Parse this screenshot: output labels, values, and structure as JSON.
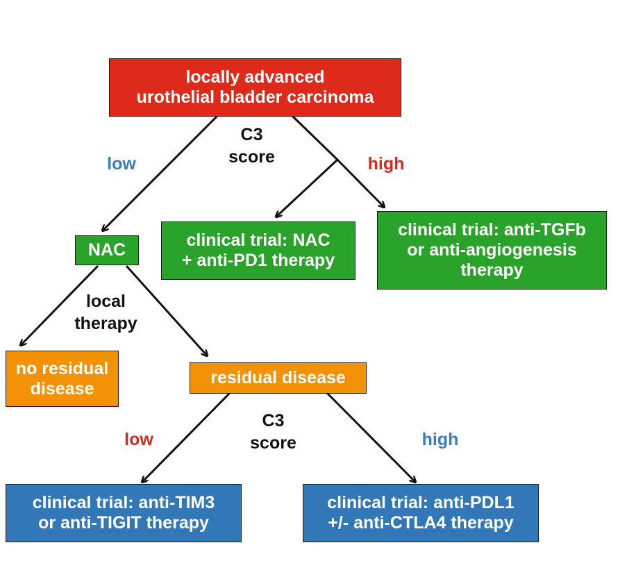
{
  "colors": {
    "red": "#dd2a1b",
    "green": "#2aa32a",
    "orange": "#f39207",
    "blue": "#3278b8",
    "label_blue": "#3a7cbd",
    "label_red": "#d9281c",
    "label_dark": "#111111"
  },
  "nodes": {
    "root": {
      "lines": [
        "locally advanced",
        "urothelial bladder carcinoma"
      ]
    },
    "nac": {
      "lines": [
        "NAC"
      ]
    },
    "trial_nac_pd1": {
      "lines": [
        "clinical trial: NAC",
        "+ anti-PD1 therapy"
      ]
    },
    "trial_tgfb": {
      "lines": [
        "clinical trial: anti-TGFb",
        "or anti-angiogenesis",
        "therapy"
      ]
    },
    "no_residual": {
      "lines": [
        "no residual",
        "disease"
      ]
    },
    "residual": {
      "lines": [
        "residual disease"
      ]
    },
    "trial_tim3": {
      "lines": [
        "clinical trial: anti-TIM3",
        "or anti-TIGIT therapy"
      ]
    },
    "trial_pdl1": {
      "lines": [
        "clinical trial: anti-PDL1",
        "+/- anti-CTLA4 therapy"
      ]
    }
  },
  "labels": {
    "c3_score_top": [
      "C3",
      "score"
    ],
    "low_top": "low",
    "high_top": "high",
    "local_therapy": [
      "local",
      "therapy"
    ],
    "c3_score_bottom": [
      "C3",
      "score"
    ],
    "low_bottom": "low",
    "high_bottom": "high"
  }
}
